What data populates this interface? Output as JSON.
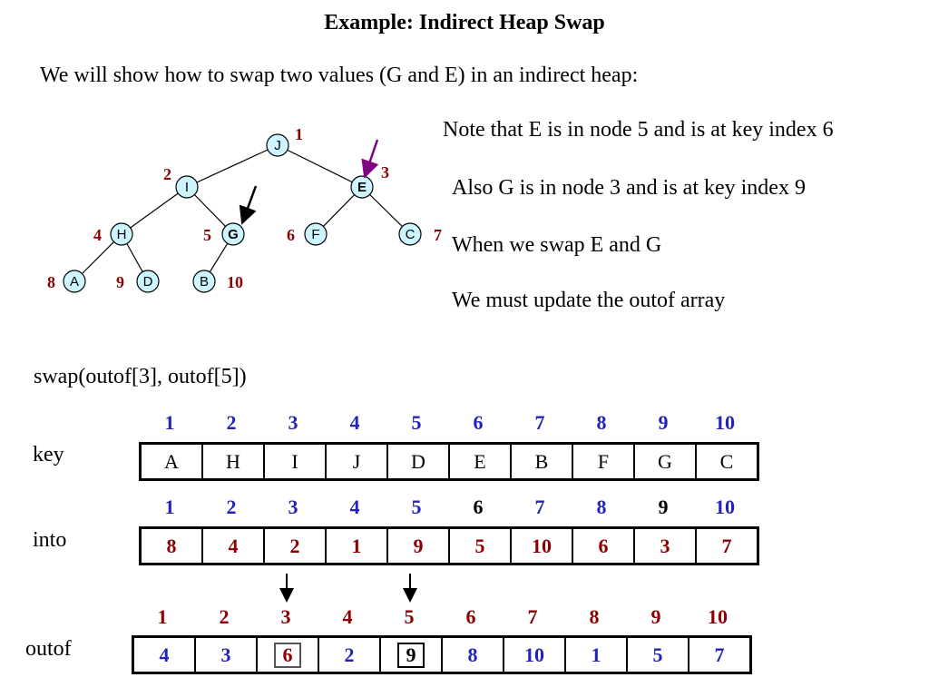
{
  "title": "Example:  Indirect Heap Swap",
  "intro": "We will show how to swap two values (G and E) in an indirect heap:",
  "notes": [
    "Note that E is in node 5 and is at key index 6",
    "Also G is in node 3 and is at key index 9",
    "When we swap E and G",
    "We must update the outof array"
  ],
  "swap_call": "swap(outof[3], outof[5])",
  "tree": {
    "nodes": [
      {
        "label": "J",
        "num": "1"
      },
      {
        "label": "I",
        "num": "2"
      },
      {
        "label": "E",
        "num": "3"
      },
      {
        "label": "H",
        "num": "4"
      },
      {
        "label": "G",
        "num": "5"
      },
      {
        "label": "F",
        "num": "6"
      },
      {
        "label": "C",
        "num": "7"
      },
      {
        "label": "A",
        "num": "8"
      },
      {
        "label": "D",
        "num": "9"
      },
      {
        "label": "B",
        "num": "10"
      }
    ]
  },
  "key": {
    "label": "key",
    "indices": [
      "1",
      "2",
      "3",
      "4",
      "5",
      "6",
      "7",
      "8",
      "9",
      "10"
    ],
    "values": [
      "A",
      "H",
      "I",
      "J",
      "D",
      "E",
      "B",
      "F",
      "G",
      "C"
    ]
  },
  "into": {
    "label": "into",
    "indices": [
      "1",
      "2",
      "3",
      "4",
      "5",
      "6",
      "7",
      "8",
      "9",
      "10"
    ],
    "values": [
      "8",
      "4",
      "2",
      "1",
      "9",
      "5",
      "10",
      "6",
      "3",
      "7"
    ]
  },
  "outof": {
    "label": "outof",
    "indices": [
      "1",
      "2",
      "3",
      "4",
      "5",
      "6",
      "7",
      "8",
      "9",
      "10"
    ],
    "values": [
      "4",
      "3",
      "6",
      "2",
      "9",
      "8",
      "10",
      "1",
      "5",
      "7"
    ]
  },
  "colors": {
    "node_fill": "#ccf5ff",
    "index_red": "#8b0000",
    "index_blue": "#2323b8",
    "arrow_purple": "#800080"
  }
}
